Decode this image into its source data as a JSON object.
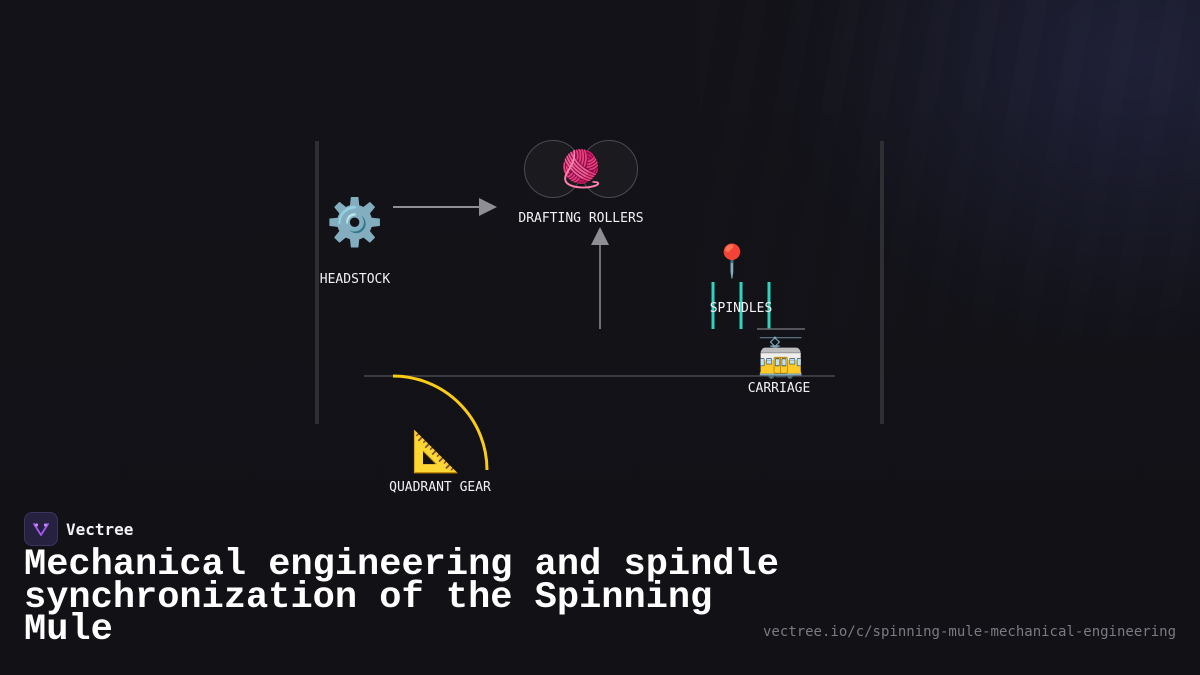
{
  "diagram": {
    "nodes": {
      "headstock": {
        "label": "HEADSTOCK",
        "icon": "gear-icon",
        "glyph": "⚙️"
      },
      "drafting_rollers": {
        "label": "DRAFTING ROLLERS",
        "icon": "yarn-ball-icon",
        "glyph": "🧶"
      },
      "spindles": {
        "label": "SPINDLES",
        "icon": "round-pushpin-icon",
        "glyph": "📍"
      },
      "carriage": {
        "label": "CARRIAGE",
        "icon": "tram-car-icon",
        "glyph": "🚋"
      },
      "quadrant_gear": {
        "label": "QUADRANT GEAR",
        "icon": "triangular-ruler-icon",
        "glyph": "📐"
      }
    },
    "colors": {
      "frame": "#2e2e33",
      "arrow": "#8e8e94",
      "spindle": "#2dd4bf",
      "quadrant_arc": "#facc15",
      "roller_fill": "#1b1b1f",
      "roller_stroke": "#4a4a52"
    }
  },
  "brand": {
    "name": "Vectree",
    "logo_icon": "vectree-logo-icon",
    "logo_color": "#a855f7"
  },
  "title": "Mechanical engineering and spindle synchronization of the Spinning Mule",
  "url": "vectree.io/c/spinning-mule-mechanical-engineering"
}
